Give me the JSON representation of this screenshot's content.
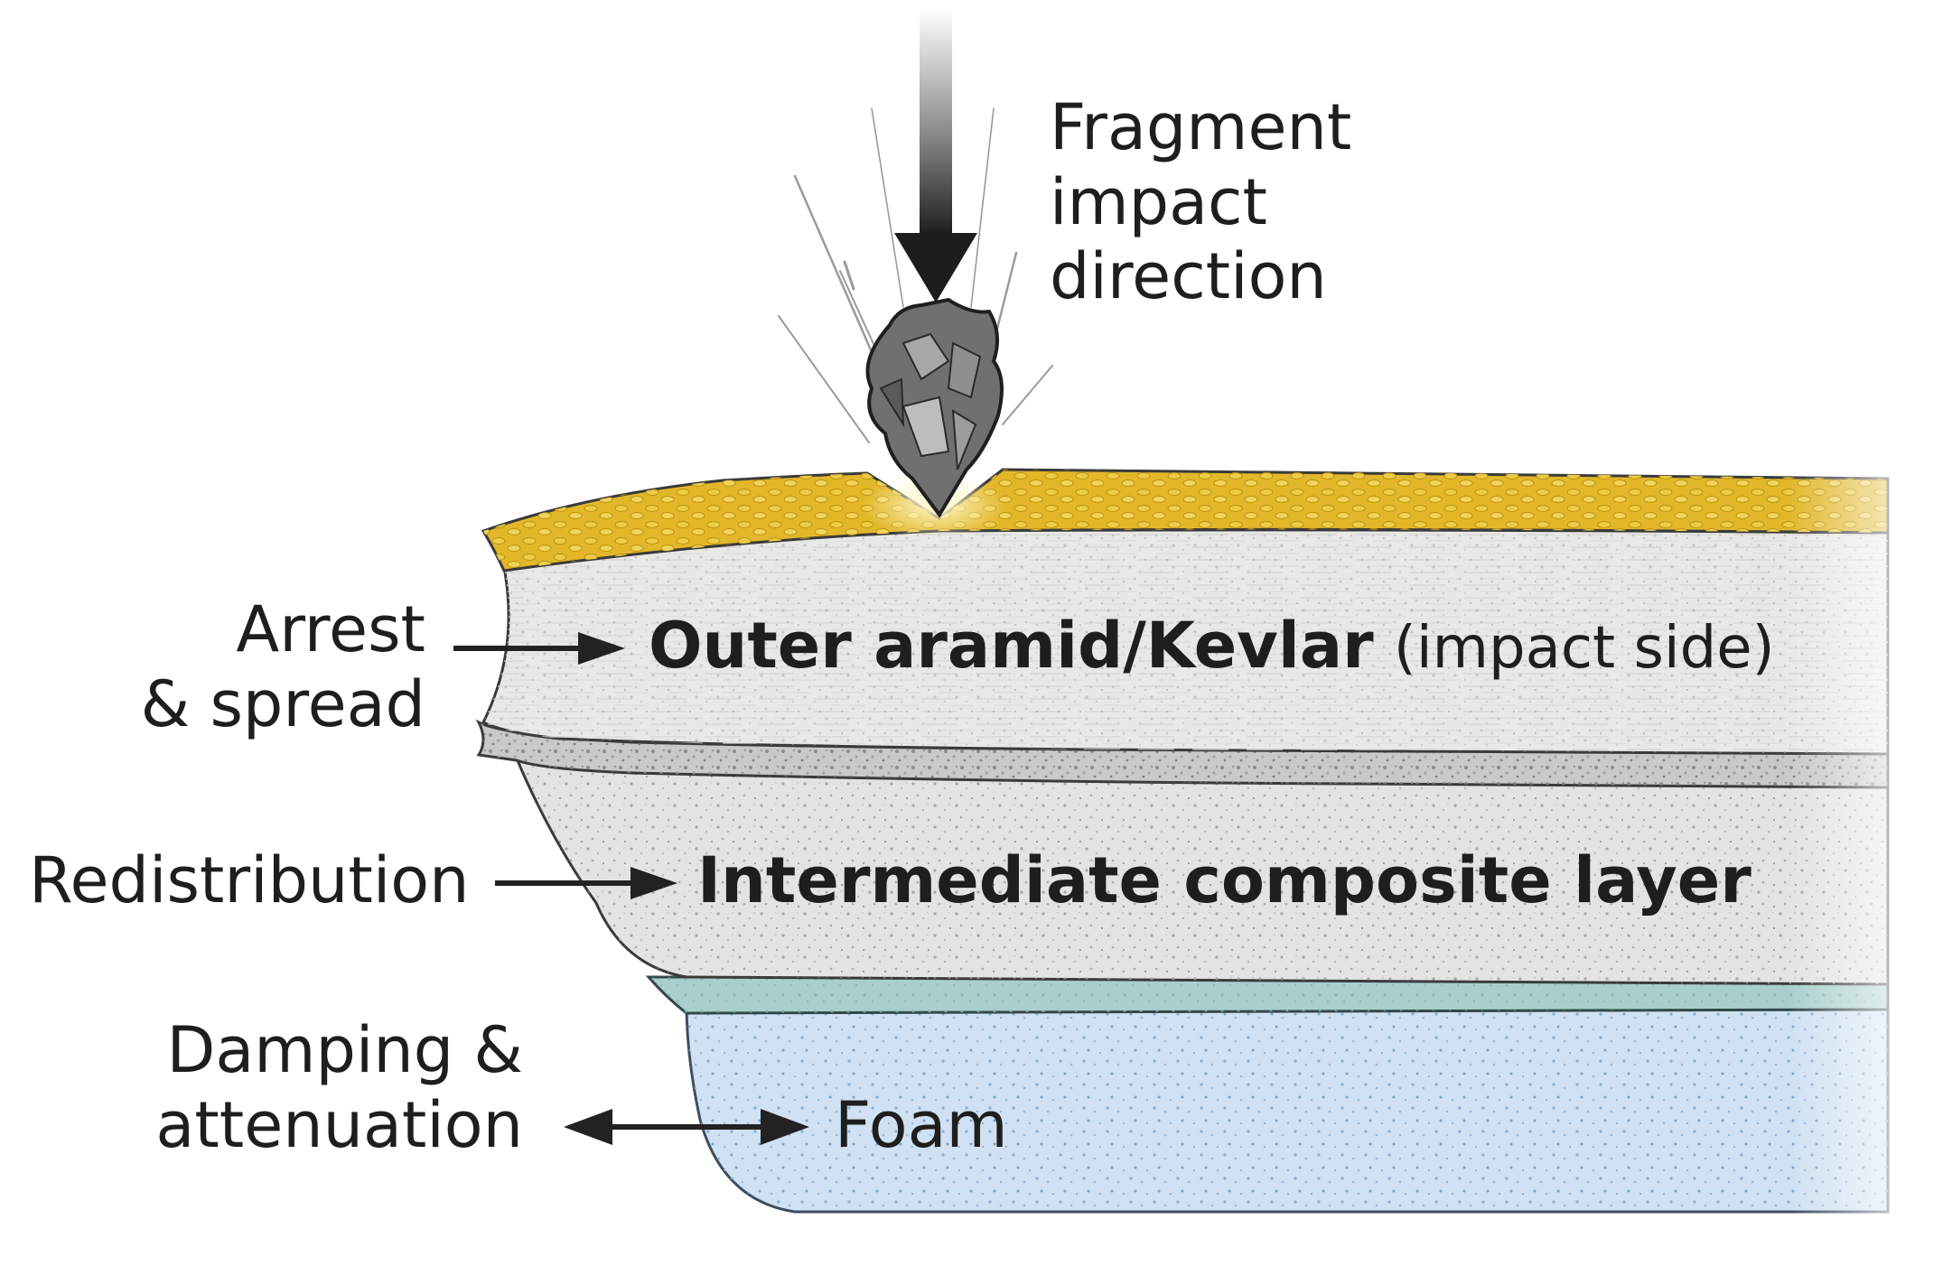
{
  "impact_label": [
    "Fragment",
    "impact",
    "direction"
  ],
  "layers": {
    "outer": {
      "name": "Outer aramid/Kevlar",
      "note": "(impact side)",
      "color": "#e8e8e6"
    },
    "intermediate": {
      "name": "Intermediate composite layer",
      "color": "#e3e3e3"
    },
    "foam": {
      "name": "Foam",
      "color": "#cfe1f2"
    },
    "top_fabric": {
      "color": "#e2b82a"
    },
    "teal_band": {
      "color": "#a9cfcc"
    }
  },
  "functions": {
    "arrest": [
      "Arrest",
      "& spread"
    ],
    "redistribution": "Redistribution",
    "damping": [
      "Damping &",
      "attenuation"
    ]
  }
}
